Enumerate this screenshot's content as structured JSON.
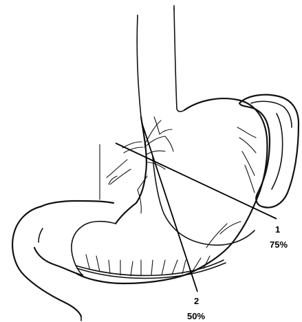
{
  "labels": {
    "line1": {
      "number": "1",
      "percent": "75%"
    },
    "line2": {
      "number": "2",
      "percent": "50%"
    }
  },
  "colors": {
    "ink": "#111111",
    "background": "#ffffff"
  }
}
